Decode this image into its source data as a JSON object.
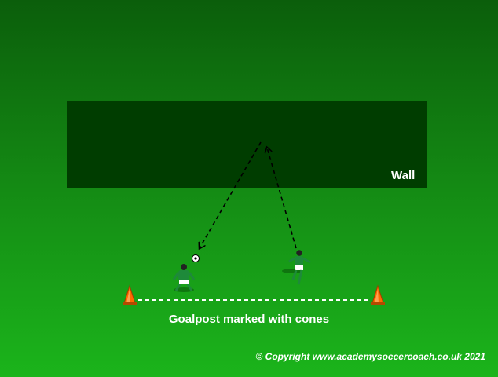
{
  "wall": {
    "label": "Wall"
  },
  "goal": {
    "caption": "Goalpost marked with cones"
  },
  "copyright": "© Copyright www.academysoccercoach.co.uk 2021",
  "colors": {
    "wall": "#003d00",
    "cone": "#ff6a00",
    "jersey": "#1e8a3a",
    "arrow": "#000000",
    "goal_line": "#ffffff"
  },
  "icons": [
    "cone-icon",
    "soccer-ball-icon",
    "goalkeeper-figure",
    "shooter-figure"
  ]
}
